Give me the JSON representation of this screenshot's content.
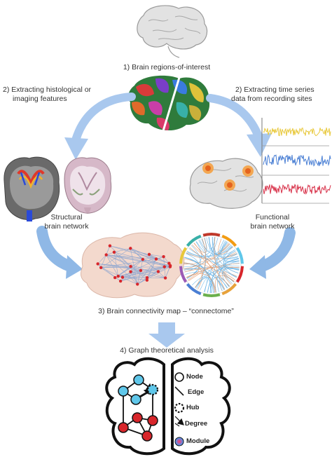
{
  "steps": {
    "step1": "1) Brain regions-of-interest",
    "step2_left": [
      "2) Extracting histological or",
      "imaging features"
    ],
    "step2_right": [
      "2) Extracting time series",
      "data from recording sites"
    ],
    "step3": "3) Brain connectivity map – “connectome”",
    "step4": "4) Graph theoretical analysis"
  },
  "networks": {
    "structural": [
      "Structural",
      "brain network"
    ],
    "functional": [
      "Functional",
      "brain network"
    ]
  },
  "legend": [
    "Node",
    "Edge",
    "Hub",
    "Degree",
    "Module"
  ],
  "colors": {
    "arrow": "#8fb8e6",
    "node_red": "#d8262b",
    "node_cyan": "#5fc7ea",
    "ts_yellow": "#e8c83a",
    "ts_blue": "#4a7fd4",
    "ts_red": "#d8324a"
  }
}
